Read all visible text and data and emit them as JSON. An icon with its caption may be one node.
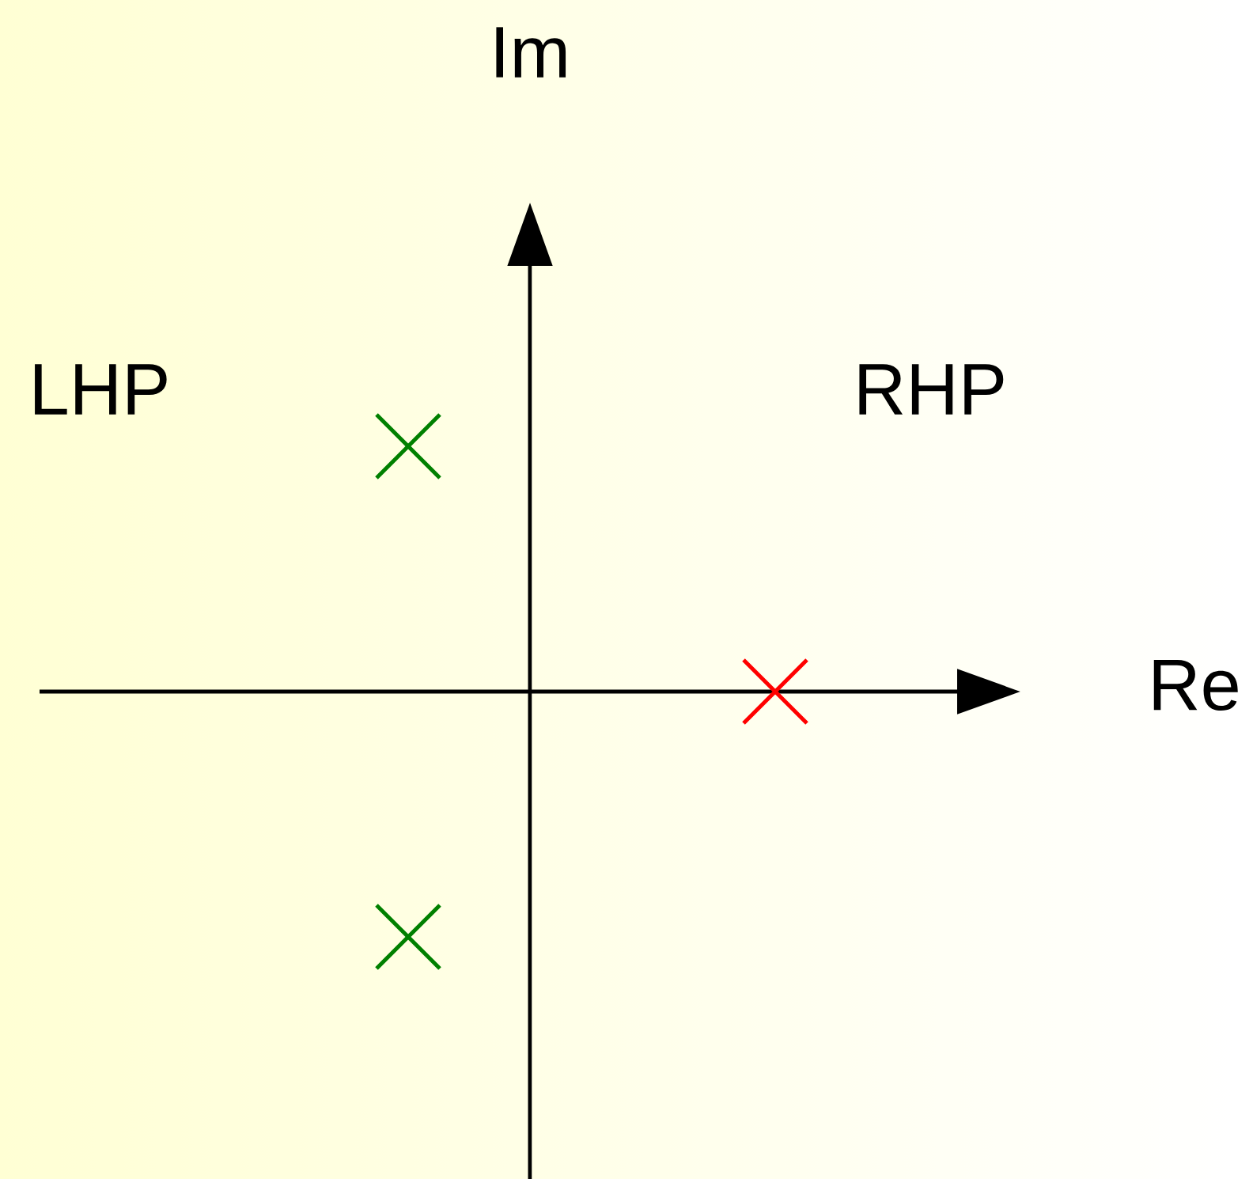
{
  "diagram": {
    "labels": [
      "Im",
      "LHP",
      "RHP",
      "Re"
    ]
  }
}
